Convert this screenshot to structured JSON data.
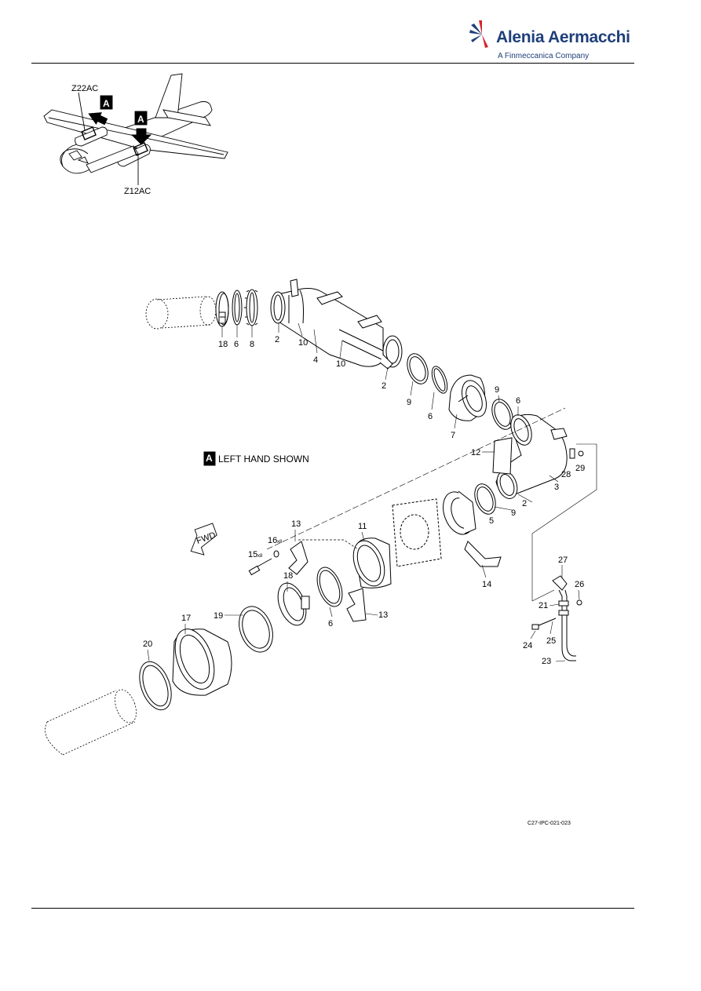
{
  "header": {
    "brand_name": "Alenia Aermacchi",
    "brand_tagline": "A Finmeccanica Company",
    "brand_colors": {
      "primary": "#1f3f7a",
      "accent": "#d4252f"
    }
  },
  "locator": {
    "zone_upper": "Z22AC",
    "zone_lower": "Z12AC",
    "view_flag": "A"
  },
  "view_note": {
    "flag": "A",
    "text": "LEFT HAND SHOWN"
  },
  "fwd_label": "FWD",
  "callouts": [
    "18",
    "6",
    "8",
    "2",
    "10",
    "4",
    "10",
    "2",
    "9",
    "6",
    "7",
    "9",
    "6",
    "12",
    "28",
    "29",
    "3",
    "2",
    "9",
    "5",
    "11",
    "13",
    "16",
    "x8",
    "15",
    "x8",
    "18",
    "6",
    "13",
    "14",
    "17",
    "19",
    "20",
    "27",
    "26",
    "21",
    "25",
    "24",
    "23"
  ],
  "figure_ref": "C27-IPC-021-023"
}
